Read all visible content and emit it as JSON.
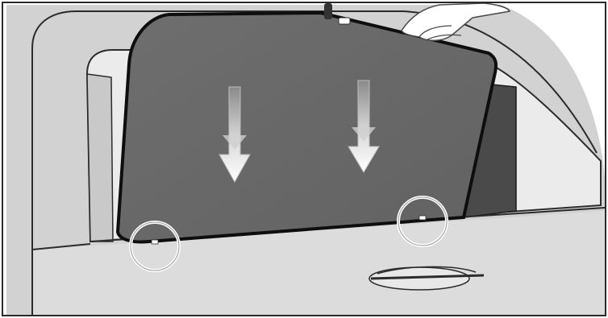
{
  "illustration": {
    "subject": "car-window-sunshade-installation",
    "arrow_direction": "down",
    "arrow_count": 2,
    "clip_marker_count": 2,
    "colors": {
      "background": "#ffffff",
      "frame_border": "#2b2b2b",
      "body_panel": "#d4d4d4",
      "window_glass": "#ebebeb",
      "sunshade_fill": "#6a6a6a",
      "sunshade_edge": "#0e0e0e",
      "shadow_panel": "#4a4a4a",
      "arrow_fill": "#d9d9d9",
      "clip_ring": "#ffffff"
    }
  }
}
